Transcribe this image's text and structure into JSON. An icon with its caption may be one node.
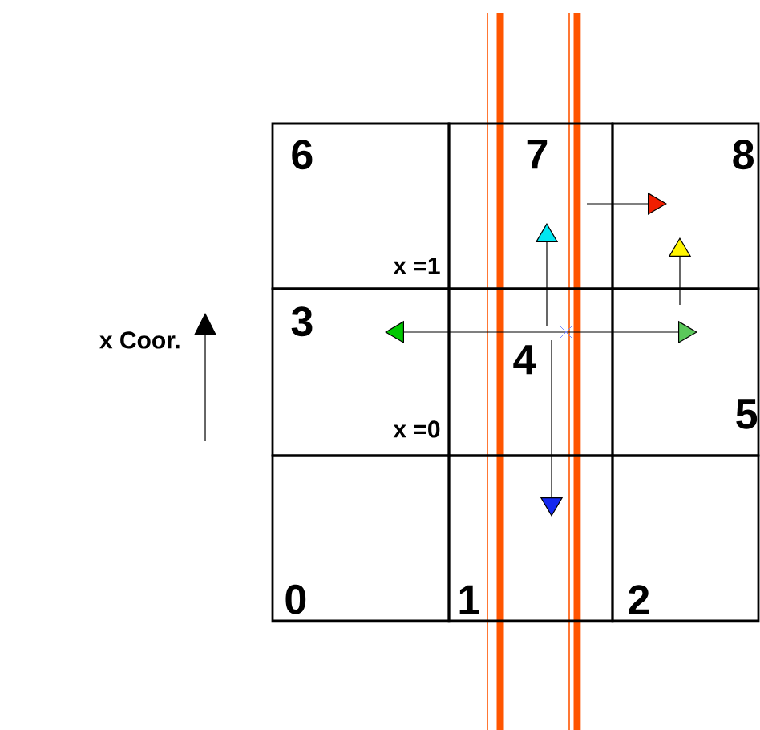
{
  "diagram": {
    "nodes": [
      {
        "text": [
          "6",
          "x =1"
        ]
      },
      {
        "text": [
          "7"
        ]
      },
      {
        "text": [
          "8"
        ]
      },
      {
        "text": [
          "3",
          "x =0"
        ]
      },
      {
        "text": [
          "4"
        ]
      },
      {
        "text": [
          "5"
        ]
      },
      {
        "text": [
          "0"
        ]
      },
      {
        "text": [
          "1"
        ]
      },
      {
        "text": [
          "2"
        ]
      }
    ],
    "edges": [
      {
        "from": 4,
        "to": 1,
        "arrow": "to"
      },
      {
        "from": 4,
        "to": 7,
        "arrow": "to"
      },
      {
        "from": 4,
        "to": 3,
        "arrow": "to"
      },
      {
        "from": 4,
        "to": 5,
        "arrow": "to"
      },
      {
        "from": 1,
        "to": 2,
        "arrow": "to"
      },
      {
        "from": 5,
        "to": 2,
        "arrow": "to"
      }
    ],
    "labels": [
      "x Coor."
    ]
  }
}
